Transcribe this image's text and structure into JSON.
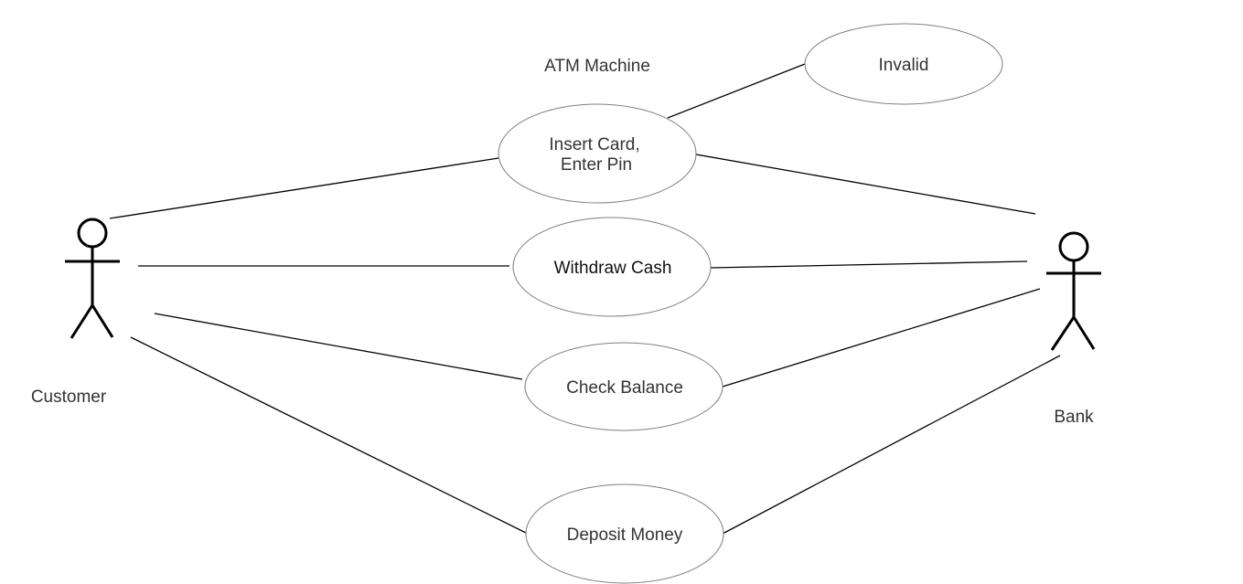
{
  "diagram": {
    "system_title": "ATM Machine",
    "actors": {
      "customer": {
        "label": "Customer"
      },
      "bank": {
        "label": "Bank"
      }
    },
    "use_cases": {
      "insert_card": {
        "lines": [
          "Insert Card,",
          "Enter Pin"
        ]
      },
      "invalid": {
        "label": "Invalid"
      },
      "withdraw": {
        "label": "Withdraw Cash"
      },
      "check_balance": {
        "label": "Check Balance"
      },
      "deposit": {
        "label": "Deposit Money"
      }
    }
  }
}
